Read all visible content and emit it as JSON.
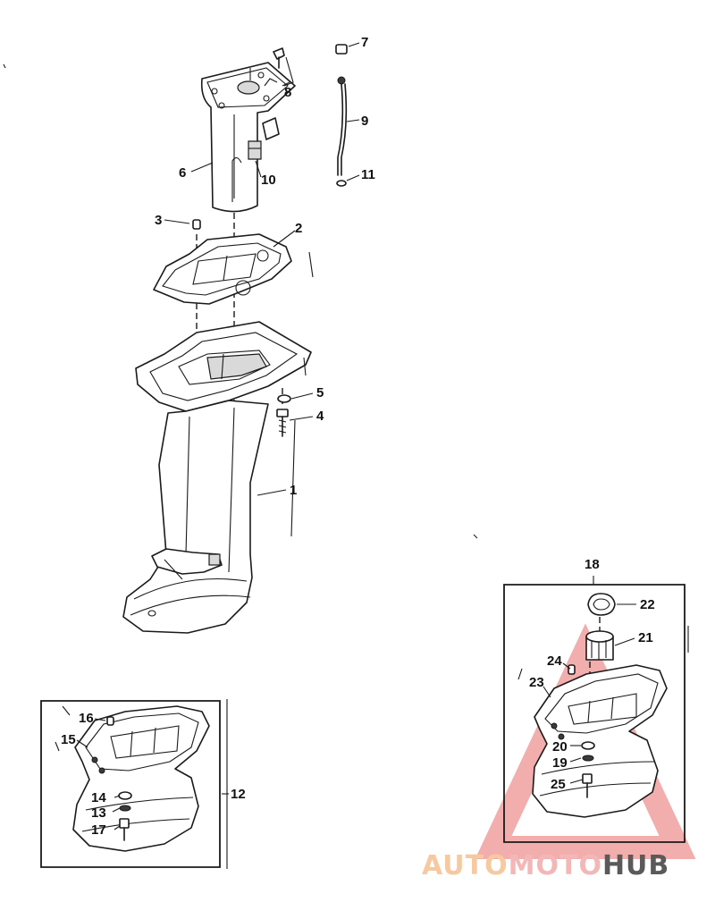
{
  "callouts": {
    "c1": "1",
    "c2": "2",
    "c3": "3",
    "c4": "4",
    "c5": "5",
    "c6": "6",
    "c7": "7",
    "c8": "8",
    "c9": "9",
    "c10": "10",
    "c11": "11",
    "c12": "12",
    "c13": "13",
    "c14": "14",
    "c15": "15",
    "c16": "16",
    "c17": "17",
    "c18": "18",
    "c19": "19",
    "c20": "20",
    "c21": "21",
    "c22": "22",
    "c23": "23",
    "c24": "24",
    "c25": "25"
  },
  "watermark": {
    "part1": "AUTO",
    "part2": "MOTO",
    "part3": "HUB",
    "color_light": "#f6c9a0",
    "color_mid": "#f3b7b7",
    "color_dark": "#5a5a5a",
    "triangle_color": "#e86a6a"
  }
}
